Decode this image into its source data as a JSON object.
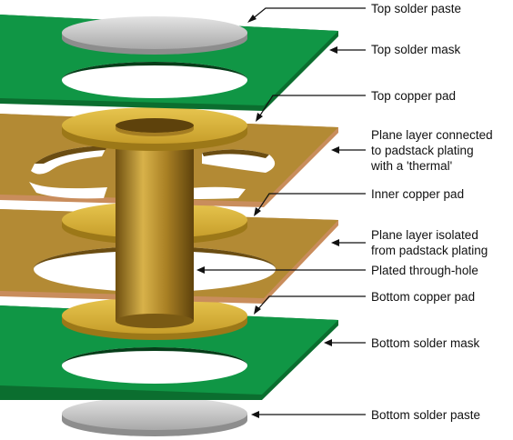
{
  "labels": {
    "top_solder_paste": "Top solder paste",
    "top_solder_mask": "Top solder mask",
    "top_copper_pad": "Top copper pad",
    "plane_connected": [
      "Plane layer connected",
      "to padstack plating",
      "with a 'thermal'"
    ],
    "inner_copper_pad": "Inner copper pad",
    "plane_isolated": [
      "Plane layer isolated",
      "from padstack plating"
    ],
    "plated_through_hole": "Plated through-hole",
    "bottom_copper_pad": "Bottom copper pad",
    "bottom_solder_mask": "Bottom solder mask",
    "bottom_solder_paste": "Bottom solder paste"
  },
  "colors": {
    "solder_mask": "#0e8a3c",
    "plane": "#b8902f",
    "copper": "#d9b23a",
    "solder_paste": "#c8c8c8",
    "plating": "#8c6a18"
  }
}
